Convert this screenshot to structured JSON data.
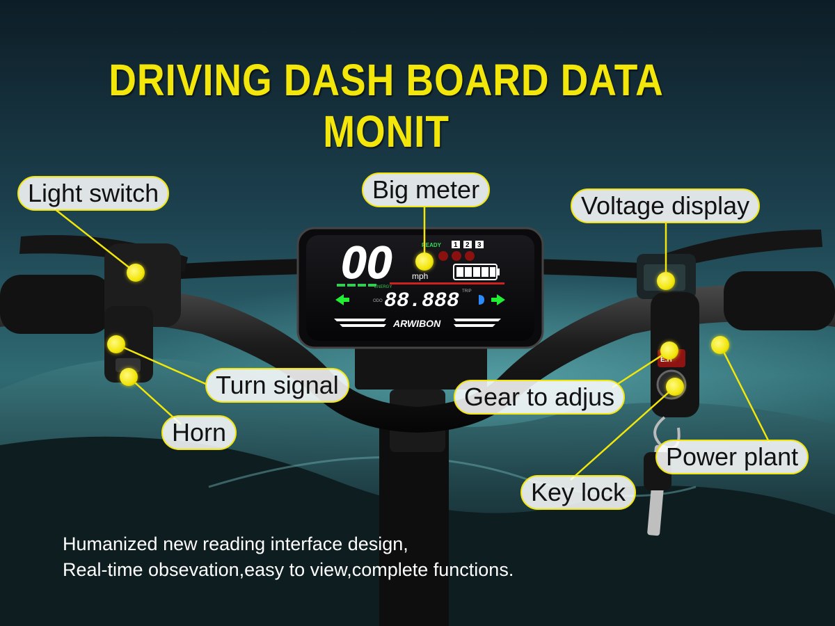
{
  "title": "DRIVING DASH BOARD DATA MONIT",
  "accent": "#f2e60a",
  "callouts": [
    {
      "id": "light-switch",
      "label": "Light switch"
    },
    {
      "id": "big-meter",
      "label": "Big meter"
    },
    {
      "id": "voltage-display",
      "label": "Voltage display"
    },
    {
      "id": "turn-signal",
      "label": "Turn signal"
    },
    {
      "id": "horn",
      "label": "Horn"
    },
    {
      "id": "gear-adjust",
      "label": "Gear to adjus"
    },
    {
      "id": "power-plant",
      "label": "Power plant"
    },
    {
      "id": "key-lock",
      "label": "Key lock"
    }
  ],
  "display": {
    "speed": "00",
    "speed_unit": "mph",
    "status": "READY",
    "gears": [
      "1",
      "2",
      "3"
    ],
    "energy_label": "ENERGY",
    "odometer": "88.888",
    "odo_label": "ODO",
    "trip_label": "TRIP",
    "brand": "ARWIBON",
    "eh_label": "E.H"
  },
  "caption": {
    "line1": "Humanized new reading interface design,",
    "line2": "Real-time obsevation,easy to view,complete functions."
  }
}
